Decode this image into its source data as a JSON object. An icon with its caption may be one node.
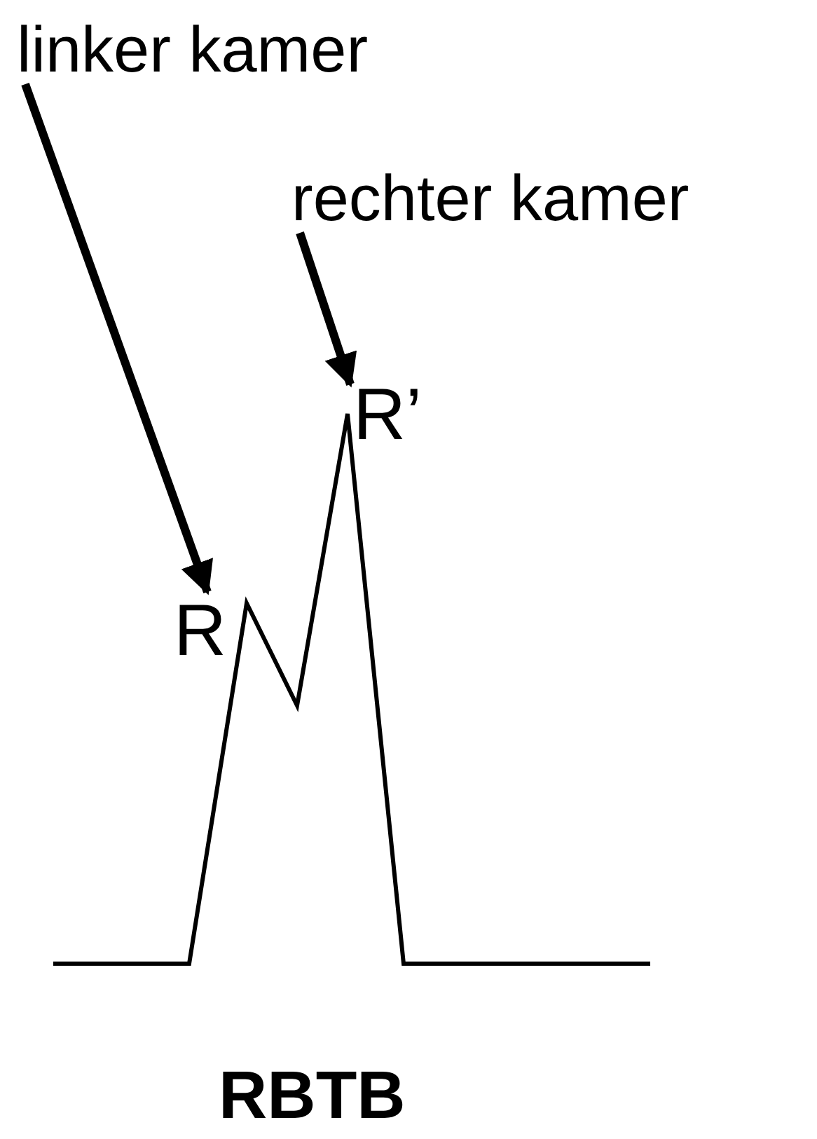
{
  "diagram": {
    "nodes": [
      {
        "text": [
          "linker kamer"
        ]
      },
      {
        "text": [
          "rechter kamer"
        ]
      },
      {
        "text": [
          "R"
        ]
      },
      {
        "text": [
          "R’"
        ]
      }
    ],
    "edges": [
      {
        "from": 0,
        "to": 2,
        "arrow": "to"
      },
      {
        "from": 1,
        "to": 3,
        "arrow": "to"
      }
    ],
    "labels": [
      "RBTB"
    ]
  }
}
